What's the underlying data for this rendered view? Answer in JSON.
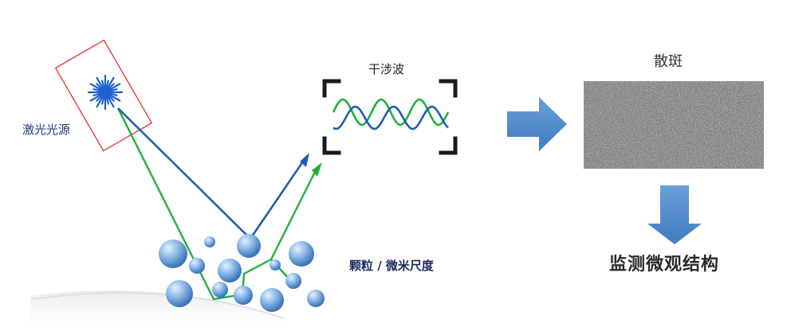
{
  "labels": {
    "laser_source": "激光光源",
    "interference_wave": "干涉波",
    "particle_scale": "颗粒 / 微米尺度",
    "speckle": "散斑",
    "monitor_structure": "监测微观结构"
  },
  "colors": {
    "laser_box": "#e03030",
    "laser_burst": "#1f5fd0",
    "beam_blue": "#1f5fb0",
    "beam_green": "#20b040",
    "particle_light": "#a8ccf0",
    "particle_dark": "#3a78c0",
    "arrow_fill": "#4a86c8",
    "bracket": "#1a1a1a"
  }
}
